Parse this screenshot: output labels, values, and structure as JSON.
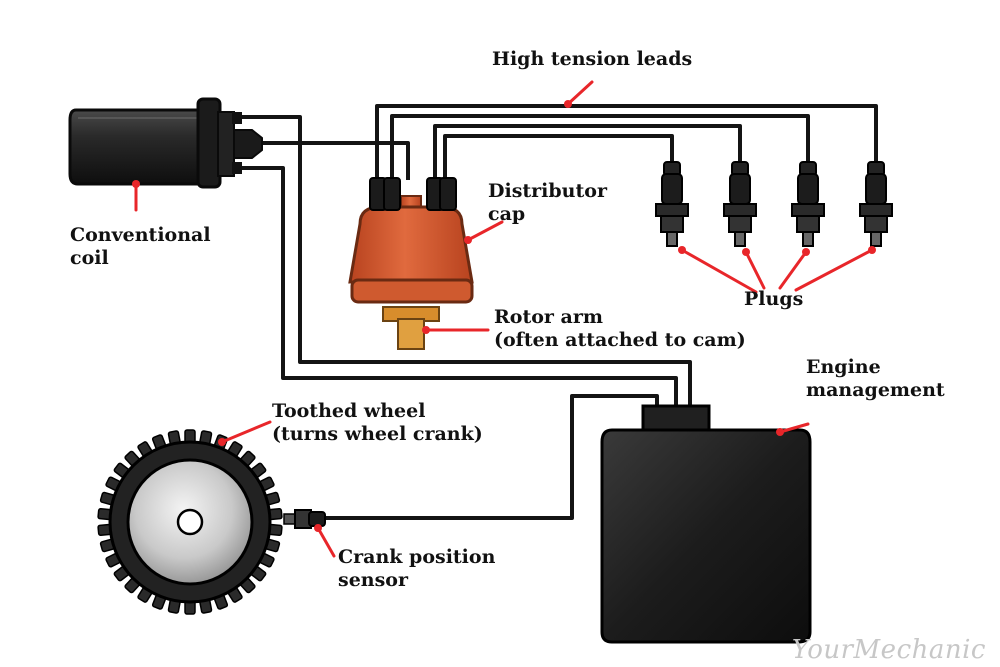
{
  "labels": {
    "high_tension_leads": "High tension leads",
    "distributor_cap": [
      "Distributor",
      "cap"
    ],
    "conventional_coil": [
      "Conventional",
      "coil"
    ],
    "rotor_arm": [
      "Rotor arm",
      "(often attached to cam)"
    ],
    "plugs": "Plugs",
    "engine_management": [
      "Engine",
      "management"
    ],
    "toothed_wheel": [
      "Toothed wheel",
      "(turns wheel crank)"
    ],
    "crank_position_sensor": [
      "Crank position",
      "sensor"
    ]
  },
  "watermark": "YourMechanic",
  "colors": {
    "wire": "#141414",
    "pointer": "#e8262a",
    "coil_body": "#1e1e1e",
    "distributor_cap": "#d9572d",
    "rotor_arm": "#dd9a3a",
    "ecu_body": "#1c1c1c",
    "wheel_gray": "#a8a8a8"
  }
}
